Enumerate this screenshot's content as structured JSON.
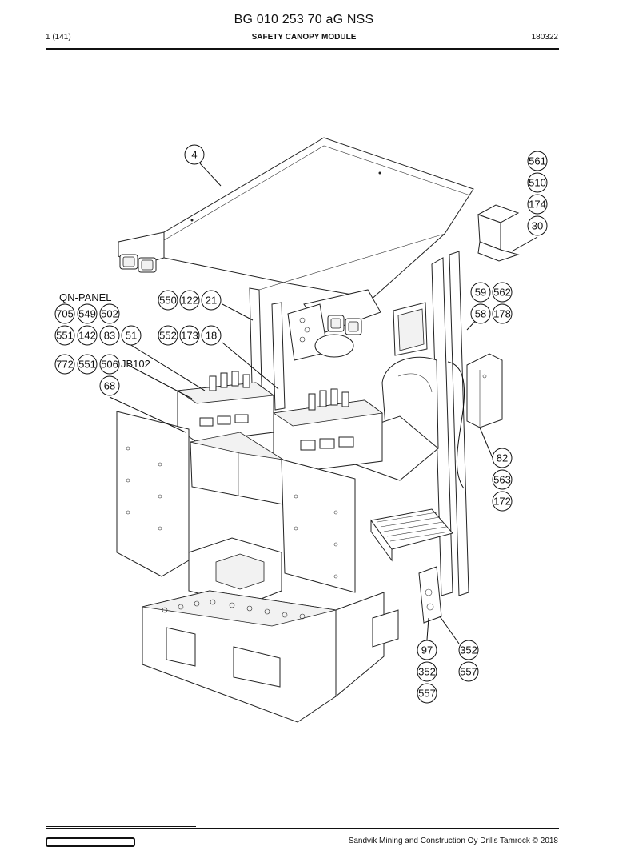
{
  "header": {
    "doc_code": "BG 010 253 70 aG NSS",
    "page": "1 (141)",
    "title": "SAFETY CANOPY MODULE",
    "date": "180322"
  },
  "labels": {
    "qn_panel": "QN-PANEL",
    "jb102": "JB102"
  },
  "callouts": {
    "c4": "4",
    "c561": "561",
    "c510": "510",
    "c174": "174",
    "c30": "30",
    "c550": "550",
    "c122": "122",
    "c21": "21",
    "c59": "59",
    "c562": "562",
    "c58": "58",
    "c178": "178",
    "c705": "705",
    "c549": "549",
    "c502": "502",
    "c551a": "551",
    "c142": "142",
    "c83": "83",
    "c51": "51",
    "c552": "552",
    "c173": "173",
    "c18": "18",
    "c772": "772",
    "c551b": "551",
    "c506": "506",
    "c68": "68",
    "c82": "82",
    "c563": "563",
    "c172": "172",
    "c97": "97",
    "c352a": "352",
    "c352b": "352",
    "c557a": "557",
    "c557b": "557"
  },
  "footer": {
    "copyright": "Sandvik Mining and Construction Oy Drills Tamrock © 2018"
  }
}
